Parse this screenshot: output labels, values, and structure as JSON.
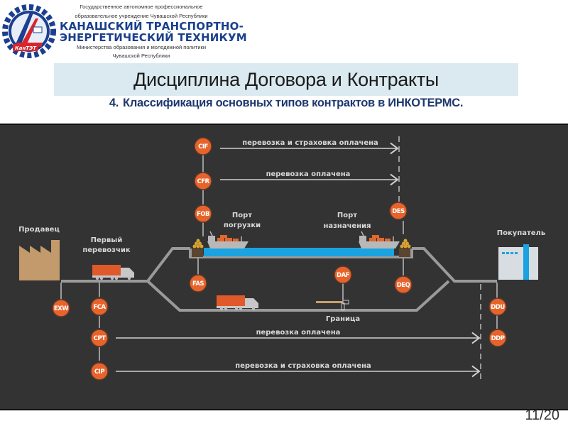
{
  "header": {
    "logo_text": "КанТЭТ",
    "org_line1": "Государственное автономное профессиональное",
    "org_line2": "образовательное учреждение Чувашской Республики",
    "org_name_line1": "КАНАШСКИЙ ТРАНСПОРТНО-",
    "org_name_line2": "ЭНЕРГЕТИЧЕСКИЙ ТЕХНИКУМ",
    "ministry_line1": "Министерства образования и молодежной политики",
    "ministry_line2": "Чувашской Республики"
  },
  "slide": {
    "title": "Дисциплина Договора и Контракты",
    "subtitle_number": "4.",
    "subtitle": "Классификация основных типов контрактов в ИНКОТЕРМС.",
    "page_number": "11/20"
  },
  "colors": {
    "background": "#333333",
    "term_circle": "#e8632b",
    "road": "#9a9a9a",
    "water": "#1aa3e0",
    "factory": "#c29a6b",
    "truck": "#e0592a",
    "label": "#d8d8d8",
    "title_band": "#dbeaf0",
    "subtitle": "#1f3870"
  },
  "diagram": {
    "places": {
      "seller": "Продавец",
      "first_carrier_1": "Первый",
      "first_carrier_2": "перевозчик",
      "port_loading_1": "Порт",
      "port_loading_2": "погрузки",
      "port_destination_1": "Порт",
      "port_destination_2": "назначения",
      "buyer": "Покупатель",
      "border": "Граница"
    },
    "terms": {
      "exw": "EXW",
      "fca": "FCA",
      "cpt": "CPT",
      "cip": "CIP",
      "fas": "FAS",
      "fob": "FOB",
      "cfr": "CFR",
      "cif": "CIF",
      "des": "DES",
      "deq": "DEQ",
      "daf": "DAF",
      "ddu": "DDU",
      "ddp": "DDP"
    },
    "arrows": {
      "cif": "перевозка и страховка оплачена",
      "cfr": "перевозка оплачена",
      "cpt": "перевозка оплачена",
      "cip": "перевозка и страховка оплачена"
    }
  }
}
